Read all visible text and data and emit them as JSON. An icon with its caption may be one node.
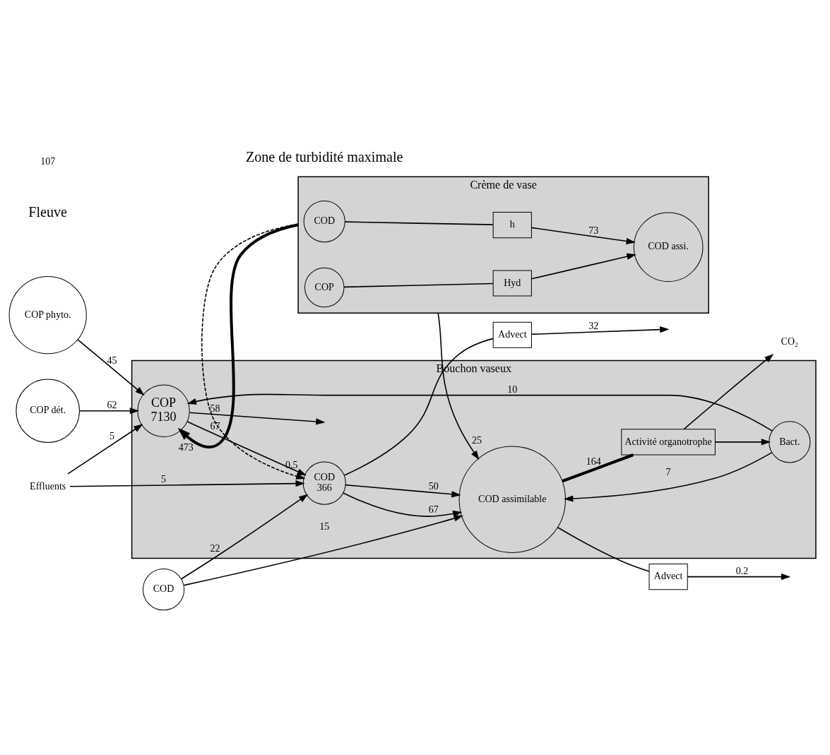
{
  "diagram": {
    "nodes": [
      {
        "text": [
          "COP phyto."
        ]
      },
      {
        "text": [
          "COP dét."
        ]
      },
      {
        "text": [
          "COD"
        ]
      },
      {
        "text": [
          "Effluents"
        ]
      },
      {
        "text": [
          "Bouchon vaseux"
        ]
      },
      {
        "text": [
          "COP",
          "7130"
        ],
        "in": 4
      },
      {
        "text": [
          "COD",
          "366"
        ],
        "in": 4
      },
      {
        "text": [
          "Bact."
        ],
        "in": 4
      },
      {
        "text": [
          "Activité organotrophe"
        ],
        "in": 4
      },
      {
        "text": [
          "COD assimilable"
        ],
        "in": 4
      },
      {
        "text": [
          "Advect"
        ]
      },
      {
        "text": [
          "Advect"
        ]
      },
      {
        "text": [
          "CO₂"
        ]
      },
      {
        "text": [
          "Crème de vase"
        ]
      },
      {
        "text": [
          "COD"
        ],
        "in": 13
      },
      {
        "text": [
          "h"
        ],
        "in": 13
      },
      {
        "text": [
          "COD assi."
        ],
        "in": 13
      },
      {
        "text": [
          "COP"
        ],
        "in": 13
      },
      {
        "text": [
          "Hyd"
        ],
        "in": 13
      }
    ],
    "edges": [
      {
        "from": 0,
        "to": 5,
        "label": "45",
        "arrow": "to"
      },
      {
        "from": 1,
        "to": 5,
        "label": "62",
        "arrow": "to"
      },
      {
        "from": 3,
        "to": 5,
        "label": "5",
        "arrow": "to"
      },
      {
        "from": 3,
        "to": 6,
        "label": "5",
        "arrow": "to"
      },
      {
        "from": 2,
        "to": 6,
        "label": "22",
        "arrow": "to"
      },
      {
        "from": 2,
        "to": 9,
        "label": "15",
        "arrow": "to"
      },
      {
        "from": 13,
        "to": 5,
        "label": "473",
        "arrow": "to",
        "style": "thick"
      },
      {
        "from": 5,
        "to": null,
        "label": "58",
        "arrow": "to"
      },
      {
        "from": 5,
        "to": 6,
        "label": "67",
        "arrow": "to"
      },
      {
        "from": 6,
        "to": 9,
        "label": "67",
        "arrow": "to"
      },
      {
        "from": 6,
        "to": 9,
        "label": "50",
        "arrow": "to"
      },
      {
        "from": 7,
        "to": 5,
        "label": "10",
        "arrow": "to"
      },
      {
        "from": 7,
        "to": 9,
        "label": "7",
        "arrow": "to"
      },
      {
        "from": 8,
        "to": 7,
        "arrow": "to"
      },
      {
        "from": 8,
        "to": 12,
        "arrow": "to"
      },
      {
        "from": 9,
        "to": 8,
        "label": "164",
        "arrow": "none",
        "style": "thick"
      },
      {
        "from": 6,
        "to": 10,
        "arrow": "none"
      },
      {
        "from": 10,
        "to": null,
        "label": "32",
        "arrow": "to"
      },
      {
        "from": 9,
        "to": 11,
        "arrow": "none"
      },
      {
        "from": 11,
        "to": null,
        "label": "0.2",
        "arrow": "to"
      },
      {
        "from": 13,
        "to": 6,
        "label": "0,5",
        "arrow": "to",
        "style": "dashed"
      },
      {
        "from": 13,
        "to": 9,
        "label": "25",
        "arrow": "to"
      },
      {
        "from": 14,
        "to": 15,
        "arrow": "none"
      },
      {
        "from": 15,
        "to": 16,
        "label": "73",
        "arrow": "to"
      },
      {
        "from": 17,
        "to": 18,
        "arrow": "none"
      },
      {
        "from": 18,
        "to": 16,
        "arrow": "to"
      }
    ],
    "labels": [
      "Fleuve",
      "Zone de turbidité maximale",
      "107"
    ]
  }
}
